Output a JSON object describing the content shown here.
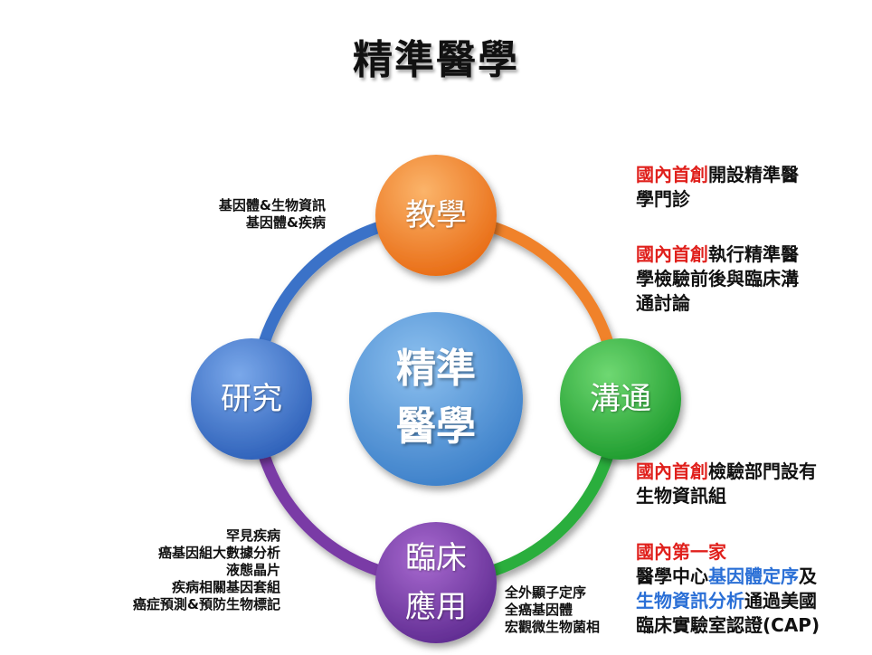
{
  "title": "精準醫學",
  "center": {
    "line1": "精準",
    "line2": "醫學"
  },
  "nodes": {
    "teaching": "教學",
    "communication": "溝通",
    "research": "研究",
    "clinical": {
      "line1": "臨床",
      "line2": "應用"
    }
  },
  "colors": {
    "teaching": "#f0822a",
    "communication": "#2cae3c",
    "research": "#3a72c8",
    "clinical": "#7a3aa6",
    "center": "#4a8fd6",
    "highlight_red": "#e0201c",
    "highlight_blue": "#2a6fd6"
  },
  "left_top_notes": [
    "基因體&生物資訊",
    "基因體&疾病"
  ],
  "left_bottom_notes": [
    "罕見疾病",
    "癌基因組大數據分析",
    "液態晶片",
    "疾病相關基因套組",
    "癌症預測&預防生物標記"
  ],
  "bottom_center_notes": [
    "全外顯子定序",
    "全癌基因體",
    "宏觀微生物菌相"
  ],
  "right_notes": {
    "block1": {
      "highlight": "國內首創",
      "text": "開設精準醫",
      "line2": "學門診"
    },
    "block2": {
      "highlight": "國內首創",
      "text": "執行精準醫",
      "line2": "學檢驗前後與臨床溝",
      "line3": "通討論"
    },
    "block3": {
      "highlight": "國內首創",
      "text": "檢驗部門設有",
      "line2": "生物資訊組"
    },
    "block4": {
      "highlight": "國內第一家",
      "line2_pre": "醫學中心",
      "line2_blue": "基因體定序",
      "line2_post": "及",
      "line3_blue": "生物資訊分析",
      "line3_post": "通過美國",
      "line4": "臨床實驗室認證(CAP)"
    }
  }
}
